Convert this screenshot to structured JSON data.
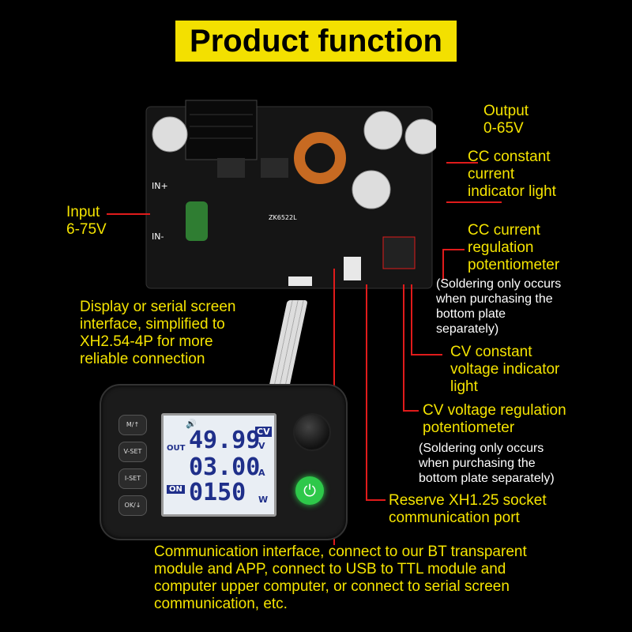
{
  "title": "Product function",
  "labels": {
    "output": "Output\n0-65V",
    "cc_light": "CC constant\ncurrent\nindicator light",
    "input": "Input\n6-75V",
    "cc_pot": "CC current\nregulation\npotentiometer",
    "cc_pot_note": "(Soldering only occurs\nwhen purchasing the\nbottom plate\nseparately)",
    "display_iface": "Display or serial screen\ninterface, simplified to\nXH2.54-4P for more\nreliable connection",
    "cv_light": "CV constant\nvoltage indicator\nlight",
    "cv_pot": "CV voltage regulation\npotentiometer",
    "cv_pot_note": "(Soldering only occurs\nwhen purchasing the\nbottom plate separately)",
    "reserve": "Reserve XH1.25 socket\ncommunication port",
    "comm": "Communication interface, connect to our BT transparent\nmodule and APP, connect to USB to TTL module and\ncomputer upper computer, or connect to serial screen\ncommunication, etc."
  },
  "board": {
    "model": "ZK6522L",
    "in_plus": "IN+",
    "in_minus": "IN-",
    "plus_sign": "+",
    "minus_sign": "-"
  },
  "display": {
    "buttons": [
      "M/↑",
      "V-SET",
      "I-SET",
      "OK/↓"
    ],
    "out_label": "OUT",
    "on_label": "ON",
    "mode": "CV",
    "voltage": "49.99",
    "voltage_unit": "V",
    "current": "03.00",
    "current_unit": "A",
    "power": "0150",
    "power_unit": "W"
  },
  "colors": {
    "label": "#f5e400",
    "leader": "#e01b1b",
    "banner": "#f3e000",
    "lcd_digits": "#1f2f8a"
  }
}
